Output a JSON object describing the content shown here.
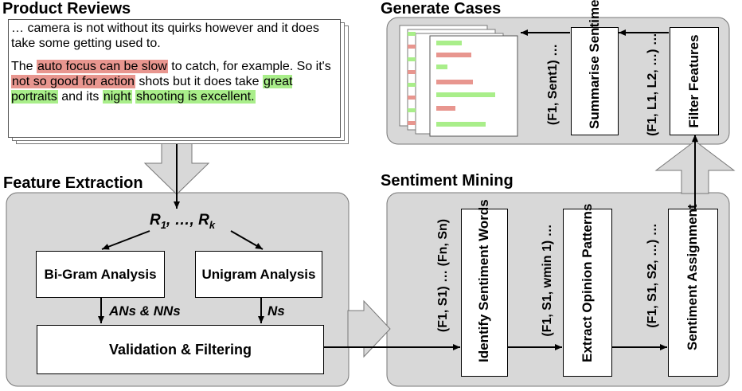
{
  "titles": {
    "product_reviews": "Product Reviews",
    "generate_cases": "Generate Cases",
    "feature_extraction": "Feature Extraction",
    "sentiment_mining": "Sentiment Mining"
  },
  "review": {
    "line1": "… camera is not without its quirks however and it does take some getting used to.",
    "p2_the": "The",
    "neg1": "auto focus can be slow",
    "p2_a": "to catch, for example. So it's",
    "neg2": "not  so good for action",
    "p2_b": "shots but it does take",
    "pos1": "great portraits",
    "p2_c": "and its",
    "pos2a": "night",
    "pos2b": "shooting is excellent."
  },
  "feature_extraction": {
    "reviews_label": "R",
    "reviews_sub1": "1",
    "reviews_mid": ", …, R",
    "reviews_subk": "k",
    "bigram": "Bi-Gram Analysis",
    "unigram": "Unigram Analysis",
    "bigram_out": "ANs & NNs",
    "unigram_out": "Ns",
    "validation": "Validation & Filtering"
  },
  "sentiment_mining": {
    "identify": "Identify Sentiment Words",
    "extract": "Extract Opinion Patterns",
    "assignment": "Sentiment Assignment",
    "label_identify": "(F1, S1) … (Fn, Sn)",
    "label_extract": "(F1, S1, wmin 1) …",
    "label_assign": "(F1, S1, S2, …) …"
  },
  "generate_cases": {
    "summarise": "Summarise Sentiment",
    "filter": "Filter Features",
    "label_summarise_out": "(F1, Sent1) …",
    "label_filter_out": "(F1, L1, L2, …) …"
  },
  "colors": {
    "panel_gray": "#d8d8d8",
    "negative": "#e8968f",
    "positive": "#a9ee8a"
  }
}
